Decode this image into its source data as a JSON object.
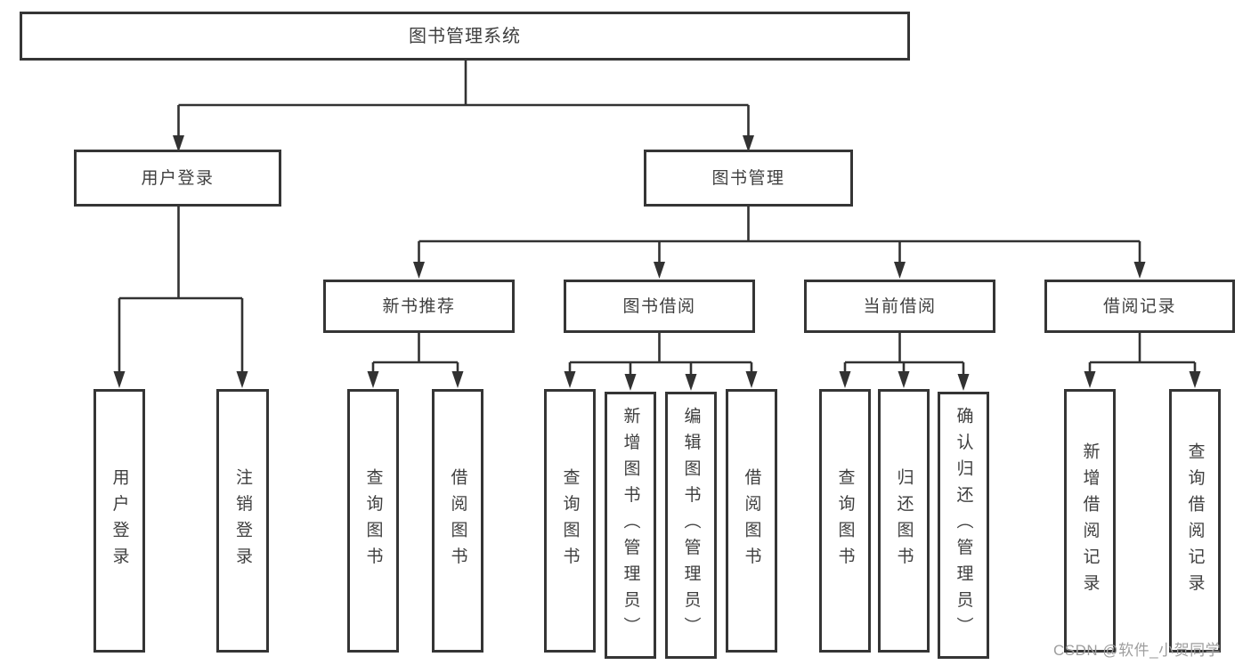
{
  "tree": {
    "label": "图书管理系统",
    "children": [
      {
        "label": "用户登录",
        "children": [
          {
            "label": "用户登录"
          },
          {
            "label": "注销登录"
          }
        ]
      },
      {
        "label": "图书管理",
        "children": [
          {
            "label": "新书推荐",
            "children": [
              {
                "label": "查询图书"
              },
              {
                "label": "借阅图书"
              }
            ]
          },
          {
            "label": "图书借阅",
            "children": [
              {
                "label": "查询图书"
              },
              {
                "label": "新增图书（管理员）"
              },
              {
                "label": "编辑图书（管理员）"
              },
              {
                "label": "借阅图书"
              }
            ]
          },
          {
            "label": "当前借阅",
            "children": [
              {
                "label": "查询图书"
              },
              {
                "label": "归还图书"
              },
              {
                "label": "确认归还（管理员）"
              }
            ]
          },
          {
            "label": "借阅记录",
            "children": [
              {
                "label": "新增借阅记录"
              },
              {
                "label": "查询借阅记录"
              }
            ]
          }
        ]
      }
    ]
  },
  "watermark": {
    "text": "CSDN @软件_小贺同学"
  },
  "colors": {
    "line": "#323232",
    "box_border": "#353535",
    "text": "#3f3f3f",
    "watermark": "#9e9e9e",
    "background": "#ffffff"
  }
}
